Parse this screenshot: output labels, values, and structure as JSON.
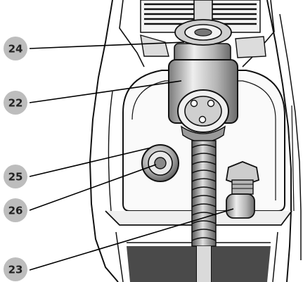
{
  "colors": {
    "badge_fill": "#bdbdbd",
    "leader_line": "#000000",
    "ink": "#111111",
    "metal_light": "#e6e6e6",
    "metal_mid": "#b9b9b9",
    "metal_dark": "#6f6f6f"
  },
  "callouts": [
    {
      "id": "24",
      "label": "24"
    },
    {
      "id": "22",
      "label": "22"
    },
    {
      "id": "25",
      "label": "25"
    },
    {
      "id": "26",
      "label": "26"
    },
    {
      "id": "23",
      "label": "23"
    }
  ]
}
